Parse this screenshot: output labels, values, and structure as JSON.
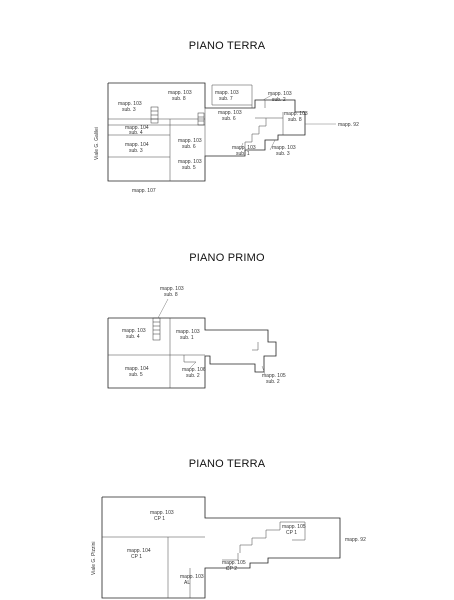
{
  "plan1": {
    "title": "PIANO TERRA",
    "road": "Viale G. Galilei",
    "labels": {
      "m103s3": [
        "mapp. 103",
        "sub. 3"
      ],
      "m103s8": [
        "mapp. 103",
        "sub. 8"
      ],
      "m103s7": [
        "mapp. 103",
        "sub. 7"
      ],
      "m103s2": [
        "mapp. 103",
        "sub. 2"
      ],
      "m104s4": [
        "mapp. 104",
        "sub. 4"
      ],
      "m103s6": [
        "mapp. 103",
        "sub. 6"
      ],
      "m103s6b": [
        "mapp. 103",
        "sub. 6"
      ],
      "m104s3": [
        "mapp. 104",
        "sub. 3"
      ],
      "m103s8b": [
        "mapp. 103",
        "sub. 8"
      ],
      "m103s5": [
        "mapp. 103",
        "sub. 5"
      ],
      "m103s1": [
        "mapp. 103",
        "sub. 1"
      ],
      "m103s3b": [
        "mapp. 103",
        "sub. 3"
      ],
      "m92": [
        "mapp. 92"
      ],
      "m107": [
        "mapp. 107"
      ]
    }
  },
  "plan2": {
    "title": "PIANO PRIMO",
    "labels": {
      "m103s8": [
        "mapp. 103",
        "sub. 8"
      ],
      "m103s4": [
        "mapp. 103",
        "sub. 4"
      ],
      "m103s1": [
        "mapp. 103",
        "sub. 1"
      ],
      "m104s5": [
        "mapp. 104",
        "sub. 5"
      ],
      "m106s2": [
        "mapp. 106",
        "sub. 2"
      ],
      "m105s2": [
        "mapp. 105",
        "sub. 2"
      ]
    }
  },
  "plan3": {
    "title": "PIANO TERRA",
    "road": "Viale G. Pizzini",
    "labels": {
      "m103cp1": [
        "mapp. 103",
        "CP 1"
      ],
      "m105cp1": [
        "mapp. 105",
        "CP 1"
      ],
      "m92": [
        "mapp. 92"
      ],
      "m104cp1": [
        "mapp. 104",
        "CP 1"
      ],
      "m105cp2": [
        "mapp. 105",
        "CP 2"
      ],
      "m103al": [
        "mapp. 103",
        "AL"
      ]
    }
  }
}
